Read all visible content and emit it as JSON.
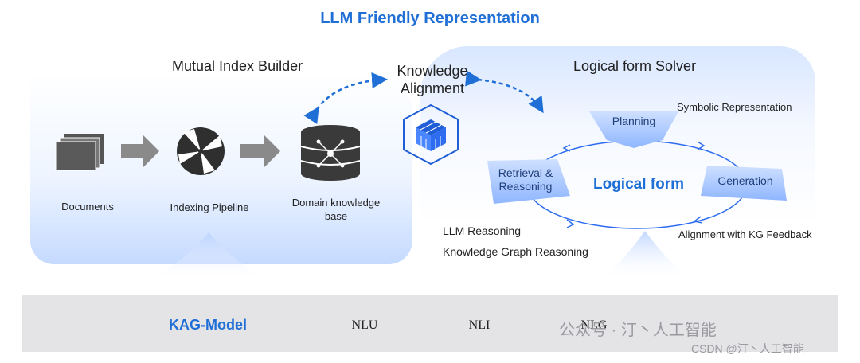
{
  "title": "LLM Friendly Representation",
  "left_section": {
    "heading": "Mutual Index Builder",
    "steps": [
      "Documents",
      "Indexing Pipeline"
    ],
    "kb_label_line1": "Domain knowledge",
    "kb_label_line2": "base"
  },
  "center": {
    "line1": "Knowledge",
    "line2": "Alignment"
  },
  "right_section": {
    "heading": "Logical form Solver",
    "symbolic": "Symbolic Representation",
    "planning": "Planning",
    "retrieval_line1": "Retrieval &",
    "retrieval_line2": "Reasoning",
    "core": "Logical form",
    "generation": "Generation",
    "llm_reasoning": "LLM Reasoning",
    "kg_reasoning": "Knowledge Graph Reasoning",
    "alignment": "Alignment with KG Feedback"
  },
  "bottom": {
    "model": "KAG-Model",
    "stages": [
      "NLU",
      "NLI",
      "NLG"
    ]
  },
  "watermark": {
    "line1": "公众号 · 汀丶人工智能",
    "line2": "CSDN @汀丶人工智能"
  },
  "colors": {
    "accent": "#1f6fd6",
    "arrow_gray": "#8a8a8a",
    "icon_dark": "#2f2f2f"
  }
}
